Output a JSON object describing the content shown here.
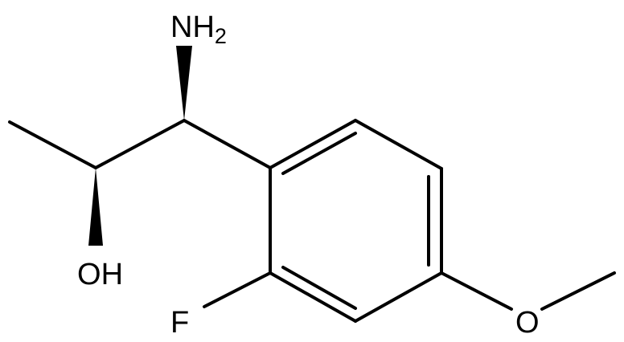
{
  "molecule": {
    "atoms": {
      "amine": {
        "symbol": "N",
        "hydrogens": "H",
        "subscript": "2"
      },
      "hydroxyl": {
        "symbol": "O",
        "hydrogens": "H"
      },
      "fluorine": {
        "symbol": "F"
      },
      "ether_oxygen": {
        "symbol": "O"
      }
    },
    "colors": {
      "bond": "#000000",
      "label": "#000000",
      "background": "#ffffff"
    }
  }
}
